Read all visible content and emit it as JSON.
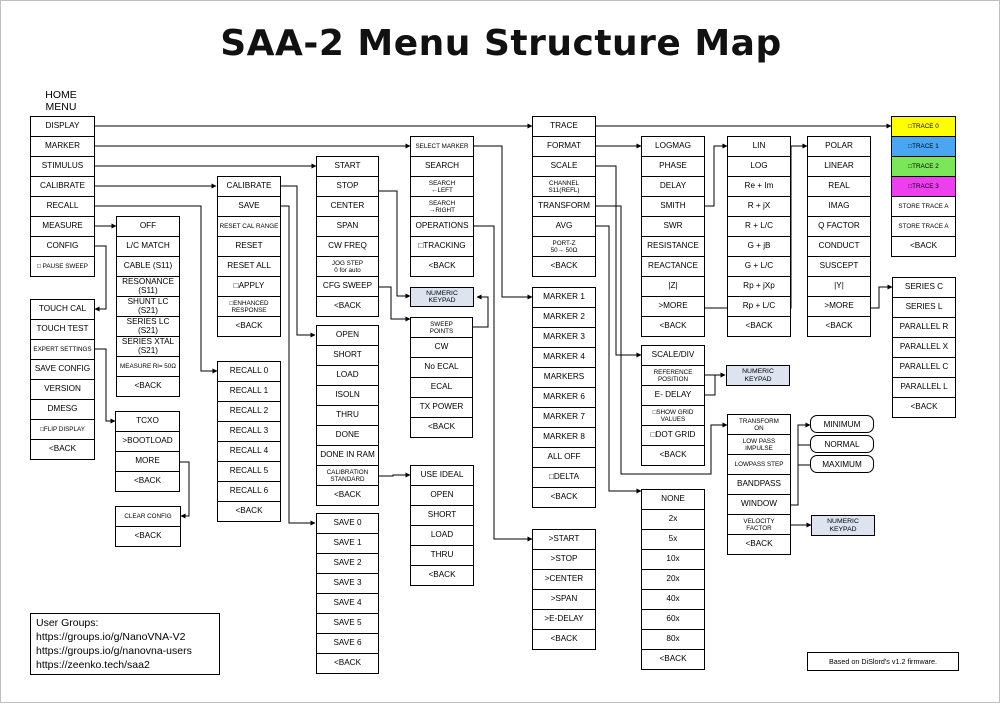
{
  "title": "SAA-2 Menu Structure Map",
  "home_label": "HOME\nMENU",
  "colors": {
    "trace0": "#ffff00",
    "trace1": "#4aa6f0",
    "trace2": "#7be65a",
    "trace3": "#ee3fee",
    "keypad": "#dde4f0"
  },
  "menus": [
    {
      "id": "home",
      "items": [
        "DISPLAY",
        "MARKER",
        "STIMULUS",
        "CALIBRATE",
        "RECALL",
        "MEASURE",
        "CONFIG",
        "□ PAUSE SWEEP"
      ]
    },
    {
      "id": "measure",
      "items": [
        "OFF",
        "L/C MATCH",
        "CABLE (S11)",
        "RESONANCE (S11)",
        "SHUNT LC (S21)",
        "SERIES LC (S21)",
        "SERIES XTAL (S21)",
        "MEASURE Rl= 50Ω",
        "<BACK"
      ]
    },
    {
      "id": "config",
      "items": [
        "TOUCH CAL",
        "TOUCH TEST",
        "EXPERT SETTINGS",
        "SAVE CONFIG",
        "VERSION",
        "DMESG",
        "□FLIP DISPLAY",
        "<BACK"
      ]
    },
    {
      "id": "expert",
      "items": [
        "TCXO",
        ">BOOTLOAD",
        "MORE",
        "<BACK"
      ]
    },
    {
      "id": "more",
      "items": [
        "CLEAR CONFIG",
        "<BACK"
      ]
    },
    {
      "id": "calibrate",
      "items": [
        "CALIBRATE",
        "SAVE",
        "RESET CAL RANGE",
        "RESET",
        "RESET ALL",
        "□APPLY",
        "□ENHANCED RESPONSE",
        "<BACK"
      ]
    },
    {
      "id": "recall",
      "items": [
        "RECALL 0",
        "RECALL 1",
        "RECALL 2",
        "RECALL 3",
        "RECALL 4",
        "RECALL 5",
        "RECALL 6",
        "<BACK"
      ]
    },
    {
      "id": "stimulus",
      "items": [
        "START",
        "STOP",
        "CENTER",
        "SPAN",
        "CW FREQ",
        "JOG STEP\n0 for auto",
        "CFG SWEEP",
        "<BACK"
      ]
    },
    {
      "id": "calsteps",
      "items": [
        "OPEN",
        "SHORT",
        "LOAD",
        "ISOLN",
        "THRU",
        "DONE",
        "DONE IN RAM",
        "CALIBRATION STANDARD",
        "<BACK"
      ]
    },
    {
      "id": "save",
      "items": [
        "SAVE 0",
        "SAVE 1",
        "SAVE 2",
        "SAVE 3",
        "SAVE 4",
        "SAVE 5",
        "SAVE 6",
        "<BACK"
      ]
    },
    {
      "id": "marker",
      "items": [
        "SELECT MARKER",
        "SEARCH",
        "SEARCH\n←LEFT",
        "SEARCH\n→RIGHT",
        "OPERATIONS",
        "□TRACKING",
        "<BACK"
      ]
    },
    {
      "id": "cfgsweep",
      "items": [
        "SWEEP\nPOINTS",
        "CW",
        "No ECAL",
        "ECAL",
        "TX POWER",
        "<BACK"
      ]
    },
    {
      "id": "calstd",
      "items": [
        "USE IDEAL",
        "OPEN",
        "SHORT",
        "LOAD",
        "THRU",
        "<BACK"
      ]
    },
    {
      "id": "display",
      "items": [
        "TRACE",
        "FORMAT",
        "SCALE",
        "CHANNEL\nS11(REFL)",
        "TRANSFORM",
        "AVG",
        "PORT-Z\n50→ 50Ω",
        "<BACK"
      ]
    },
    {
      "id": "markers",
      "items": [
        "MARKER 1",
        "MARKER 2",
        "MARKER 3",
        "MARKER 4",
        "MARKERS",
        "MARKER 6",
        "MARKER 7",
        "MARKER 8",
        "ALL OFF",
        "□DELTA",
        "<BACK"
      ]
    },
    {
      "id": "ops",
      "items": [
        ">START",
        ">STOP",
        ">CENTER",
        ">SPAN",
        ">E-DELAY",
        "<BACK"
      ]
    },
    {
      "id": "format",
      "items": [
        "LOGMAG",
        "PHASE",
        "DELAY",
        "SMITH",
        "SWR",
        "RESISTANCE",
        "REACTANCE",
        "|Z|",
        ">MORE",
        "<BACK"
      ]
    },
    {
      "id": "scale",
      "items": [
        "SCALE/DIV",
        "REFERENCE\nPOSITION",
        "E- DELAY",
        "□SHOW GRID VALUES",
        "□DOT GRID",
        "<BACK"
      ]
    },
    {
      "id": "avg",
      "items": [
        "NONE",
        "2x",
        "5x",
        "10x",
        "20x",
        "40x",
        "60x",
        "80x",
        "<BACK"
      ]
    },
    {
      "id": "smith",
      "items": [
        "LIN",
        "LOG",
        "Re + Im",
        "R + jX",
        "R + L/C",
        "G + jB",
        "G + L/C",
        "Rp + jXp",
        "Rp + L/C",
        "<BACK"
      ]
    },
    {
      "id": "transform",
      "items": [
        "TRANSFORM\nON",
        "LOW PASS\nIMPULSE",
        "LOWPASS STEP",
        "BANDPASS",
        "WINDOW",
        "VELOCITY\nFACTOR",
        "<BACK"
      ]
    },
    {
      "id": "fmtmore",
      "items": [
        "POLAR",
        "LINEAR",
        "REAL",
        "IMAG",
        "Q FACTOR",
        "CONDUCT",
        "SUSCEPT",
        "|Y|",
        ">MORE",
        "<BACK"
      ]
    },
    {
      "id": "trace",
      "items": [
        "□TRACE 0",
        "□TRACE 1",
        "□TRACE 2",
        "□TRACE 3",
        "STORE TRACE A",
        "STORE TRACE A",
        "<BACK"
      ]
    },
    {
      "id": "series",
      "items": [
        "SERIES C",
        "SERIES L",
        "PARALLEL R",
        "PARALLEL X",
        "PARALLEL C",
        "PARALLEL L",
        "<BACK"
      ]
    }
  ],
  "keypad_label": "NUMERIC\nKEYPAD",
  "window_options": [
    "MINIMUM",
    "NORMAL",
    "MAXIMUM"
  ],
  "user_groups": {
    "heading": "User Groups:",
    "links": [
      "https://groups.io/g/NanoVNA-V2",
      "https://groups.io/g/nanovna-users",
      "https://zeenko.tech/saa2"
    ]
  },
  "credit": "Based on DiSlord's v1.2 firmware."
}
